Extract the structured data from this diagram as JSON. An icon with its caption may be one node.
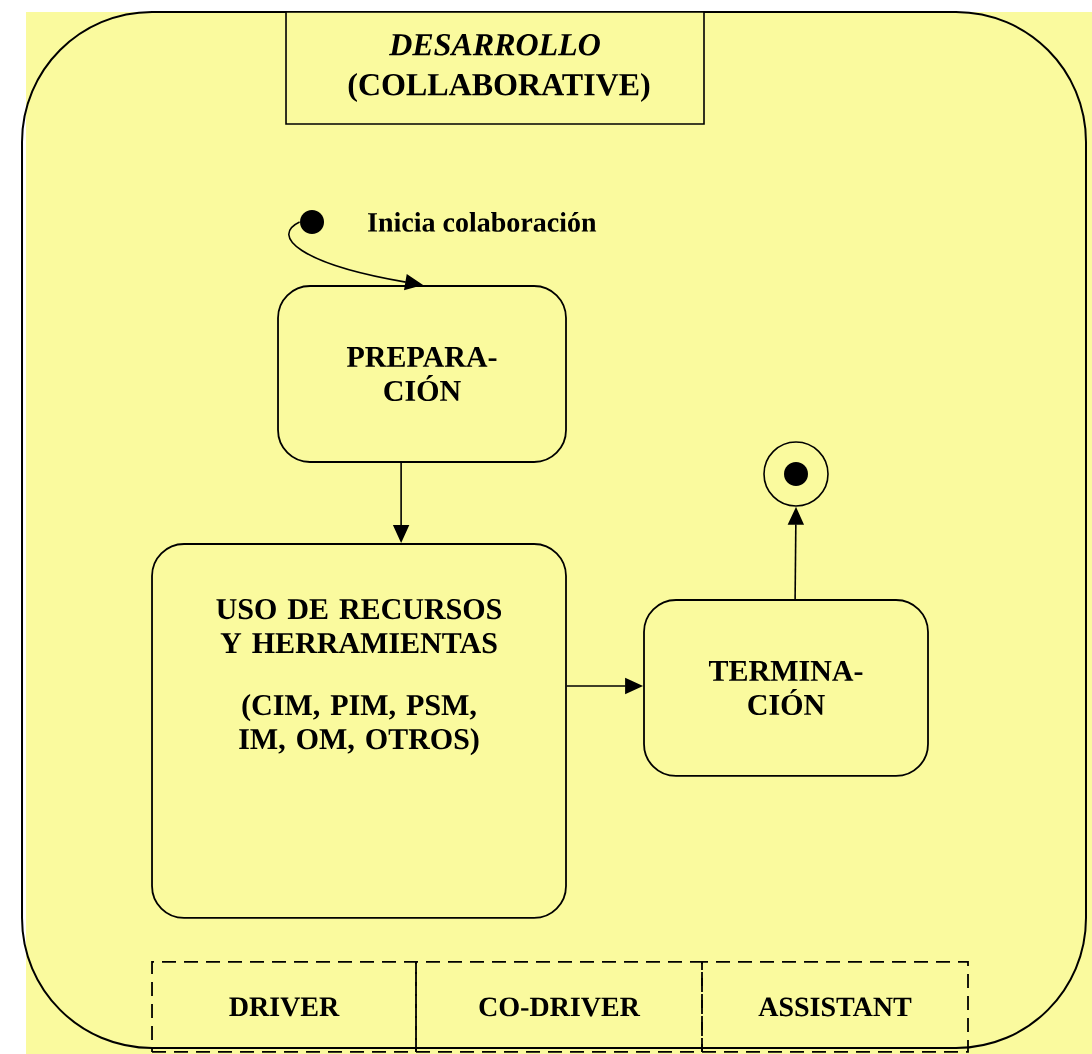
{
  "diagram": {
    "nodes": [
      {
        "text": [
          "DESARROLLO",
          "(COLLABORATIVE)"
        ]
      },
      {
        "text": [],
        "shape": "circle",
        "in": 0,
        "beside": [
          "Inicia colaboración"
        ]
      },
      {
        "text": [
          "PREPARA- CIÓN"
        ],
        "in": 0
      },
      {
        "text": [
          "USO DE RECURSOS Y HERRAMIENTAS",
          "(CIM, PIM, PSM, IM, OM, OTROS)"
        ],
        "in": 0
      },
      {
        "text": [
          "TERMINA- CIÓN"
        ],
        "in": 0
      },
      {
        "text": [],
        "shape": "bullseye",
        "in": 0
      },
      {
        "text": [
          "DRIVER"
        ],
        "in": 0
      },
      {
        "text": [
          "CO-DRIVER"
        ],
        "in": 0
      },
      {
        "text": [
          "ASSISTANT"
        ],
        "in": 0
      }
    ],
    "edges": [
      {
        "from": 1,
        "to": 2,
        "arrow": "to"
      },
      {
        "from": 2,
        "to": 3,
        "arrow": "to"
      },
      {
        "from": 3,
        "to": 4,
        "arrow": "to"
      },
      {
        "from": 4,
        "to": 5,
        "arrow": "to"
      }
    ]
  }
}
